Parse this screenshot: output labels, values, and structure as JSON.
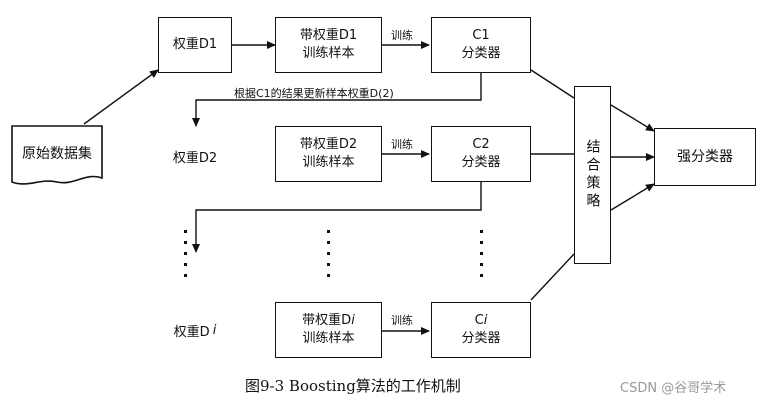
{
  "nodes": {
    "original_data": "原始数据集",
    "weight_d1": "权重D1",
    "weight_d2": "权重D2",
    "weight_di": "权重D",
    "weight_di_italic": "i",
    "sample_d1_line1": "带权重D1",
    "sample_d1_line2": "训练样本",
    "sample_d2_line1": "带权重D2",
    "sample_d2_line2": "训练样本",
    "sample_di_line1": "带权重D",
    "sample_di_italic": "i",
    "sample_di_line2": "训练样本",
    "clf_c1_line1": "C1",
    "clf_c1_line2": "分类器",
    "clf_c2_line1": "C2",
    "clf_c2_line2": "分类器",
    "clf_ci_line1": "C",
    "clf_ci_italic": "i",
    "clf_ci_line2": "分类器",
    "combine": "结合策略",
    "strong": "强分类器"
  },
  "edge_labels": {
    "train1": "训练",
    "train2": "训练",
    "train3": "训练",
    "update": "根据C1的结果更新样本权重D(2)"
  },
  "caption": "图9-3 Boosting算法的工作机制",
  "watermark": "CSDN @谷哥学术"
}
